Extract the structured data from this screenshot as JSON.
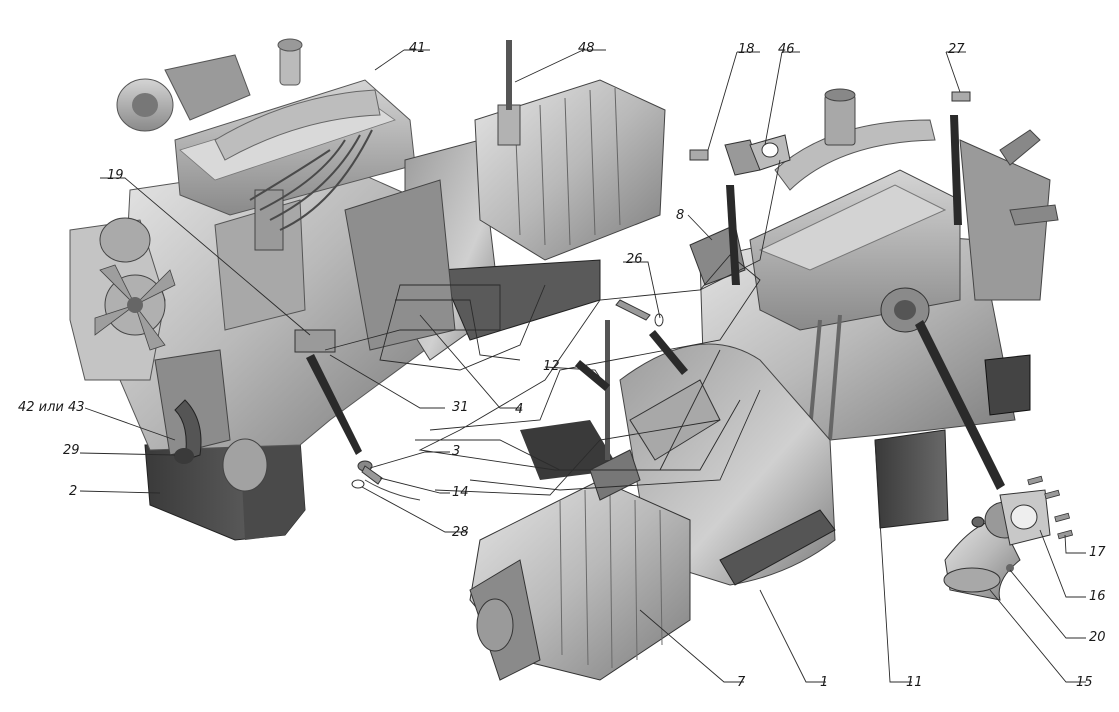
{
  "callouts": [
    {
      "id": "c41",
      "text": "41"
    },
    {
      "id": "c48",
      "text": "48"
    },
    {
      "id": "c18",
      "text": "18"
    },
    {
      "id": "c46",
      "text": "46"
    },
    {
      "id": "c27",
      "text": "27"
    },
    {
      "id": "c19",
      "text": "19"
    },
    {
      "id": "c8",
      "text": "8"
    },
    {
      "id": "c26",
      "text": "26"
    },
    {
      "id": "c12",
      "text": "12"
    },
    {
      "id": "c42",
      "text": "42 или 43"
    },
    {
      "id": "c29",
      "text": "29"
    },
    {
      "id": "c2",
      "text": "2"
    },
    {
      "id": "c31",
      "text": "31"
    },
    {
      "id": "c4",
      "text": "4"
    },
    {
      "id": "c3",
      "text": "3"
    },
    {
      "id": "c14",
      "text": "14"
    },
    {
      "id": "c28",
      "text": "28"
    },
    {
      "id": "c17",
      "text": "17"
    },
    {
      "id": "c16",
      "text": "16"
    },
    {
      "id": "c20",
      "text": "20"
    },
    {
      "id": "c15",
      "text": "15"
    },
    {
      "id": "c7",
      "text": "7"
    },
    {
      "id": "c1",
      "text": "1"
    },
    {
      "id": "c11",
      "text": "11"
    }
  ],
  "colors": {
    "metal_light": "#c8c8c8",
    "metal_mid": "#9a9a9a",
    "metal_dark": "#555555",
    "line": "#2b2b2b"
  }
}
